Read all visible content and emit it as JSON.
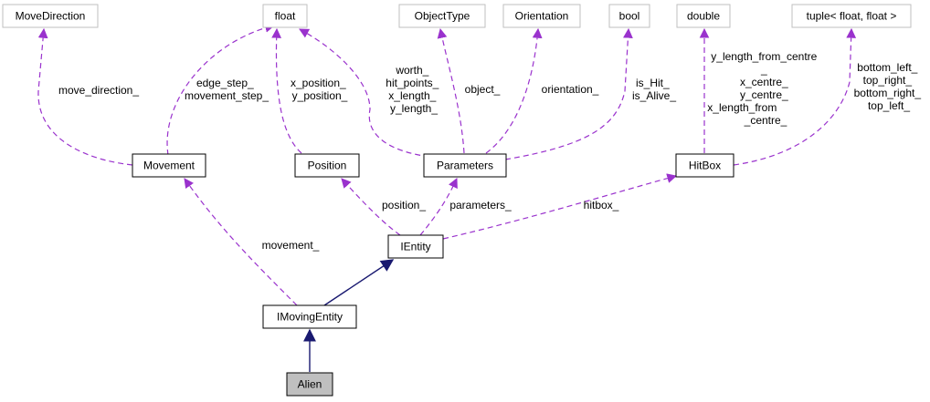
{
  "nodes": {
    "move_direction": "MoveDirection",
    "float": "float",
    "object_type": "ObjectType",
    "orientation": "Orientation",
    "bool": "bool",
    "double": "double",
    "tuple": "tuple< float, float >",
    "movement": "Movement",
    "position": "Position",
    "parameters": "Parameters",
    "hitbox": "HitBox",
    "ientity": "IEntity",
    "imoving_entity": "IMovingEntity",
    "alien": "Alien"
  },
  "edge_labels": {
    "move_direction": [
      "move_direction_"
    ],
    "movement_float": [
      "edge_step_",
      "movement_step_"
    ],
    "position_float": [
      "x_position_",
      "y_position_"
    ],
    "parameters_float": [
      "worth_",
      "hit_points_",
      "x_length_",
      "y_length_"
    ],
    "parameters_object_type": [
      "object_"
    ],
    "parameters_orientation": [
      "orientation_"
    ],
    "parameters_bool": [
      "is_Hit_",
      "is_Alive_"
    ],
    "hitbox_double": [
      "y_length_from_centre",
      "_",
      "x_centre_",
      "y_centre_",
      "x_length_from",
      "_centre_"
    ],
    "hitbox_tuple": [
      "bottom_left_",
      "top_right_",
      "bottom_right_",
      "top_left_"
    ],
    "ientity_movement": [
      "movement_"
    ],
    "ientity_position": [
      "position_"
    ],
    "ientity_parameters": [
      "parameters_"
    ],
    "ientity_hitbox": [
      "hitbox_"
    ]
  },
  "colors": {
    "member_edge": "#9a32cd",
    "inheritance_edge": "#191970",
    "focus_node_fill": "#bfbfbf",
    "external_node_border": "#bfbfbf"
  }
}
